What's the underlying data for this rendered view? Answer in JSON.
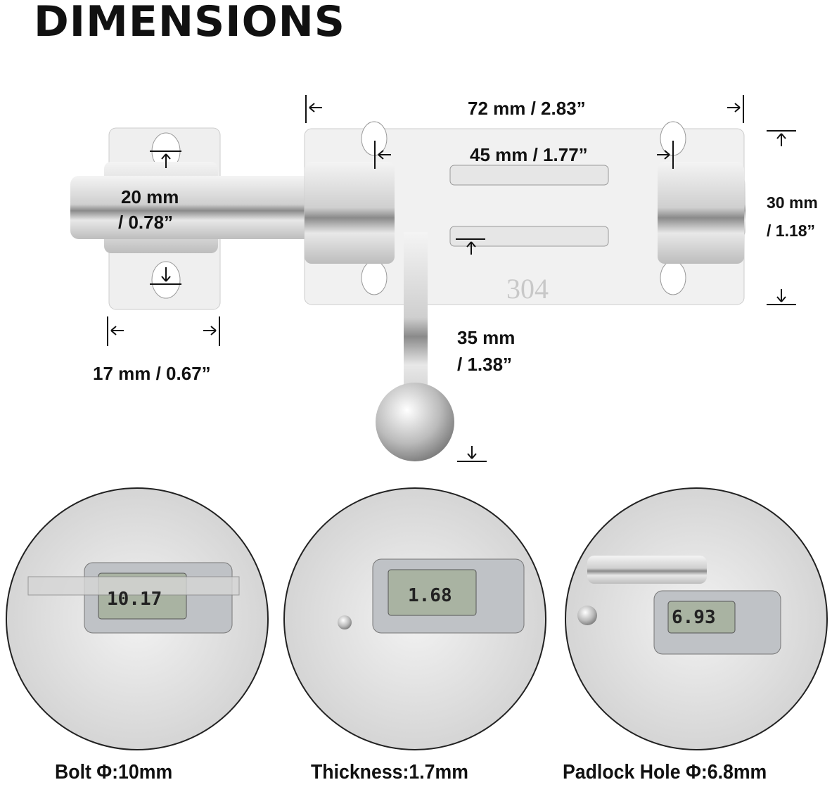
{
  "title": "DIMENSIONS",
  "dimensions": {
    "overall_length": "72 mm / 2.83”",
    "hole_spacing": "45 mm / 1.77”",
    "keeper_height_mm": "20 mm",
    "keeper_height_in": "/ 0.78”",
    "plate_height_mm": "30 mm",
    "plate_height_in": "/ 1.18”",
    "keeper_width": "17 mm / 0.67”",
    "handle_length_mm": "35 mm",
    "handle_length_in": "/ 1.38”"
  },
  "plate_marking": "304",
  "photos": [
    {
      "caption": "Bolt Φ:10mm",
      "reading": "10.17"
    },
    {
      "caption": "Thickness:1.7mm",
      "reading": "1.68"
    },
    {
      "caption": "Padlock Hole Φ:6.8mm",
      "reading": "6.93"
    }
  ],
  "colors": {
    "text": "#111111",
    "steel": "#d8d8d8"
  }
}
